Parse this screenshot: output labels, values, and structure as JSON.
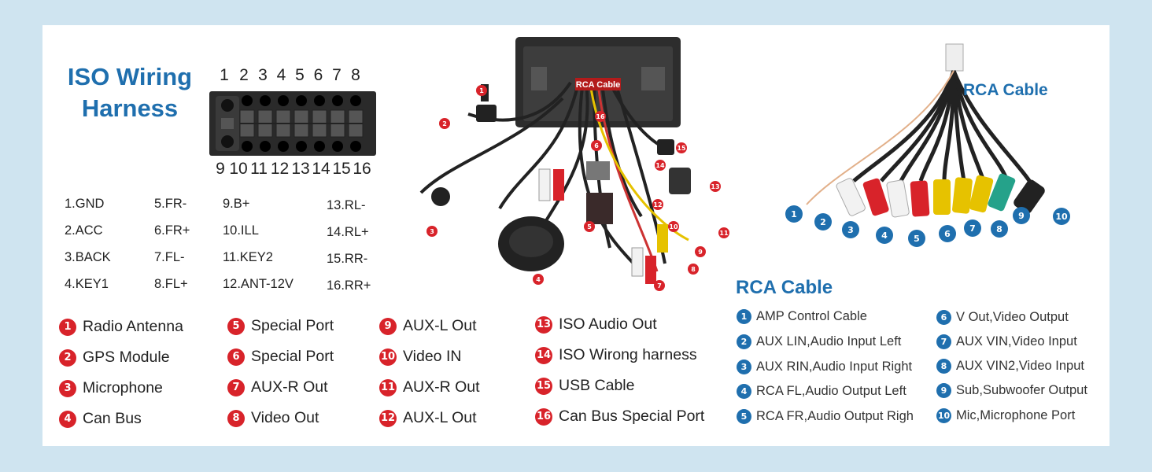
{
  "iso": {
    "title_line1": "ISO Wiring",
    "title_line2": "Harness",
    "pins_top": [
      "1",
      "2",
      "3",
      "4",
      "5",
      "6",
      "7",
      "8"
    ],
    "pins_bottom": [
      "9",
      "10",
      "11",
      "12",
      "13",
      "14",
      "15",
      "16"
    ],
    "pin_labels": [
      "1.GND",
      "2.ACC",
      "3.BACK",
      "4.KEY1",
      "5.FR-",
      "6.FR+",
      "7.FL-",
      "8.FL+",
      "9.B+",
      "10.ILL",
      "11.KEY2",
      "12.ANT-12V",
      "13.RL-",
      "14.RL+",
      "15.RR-",
      "16.RR+"
    ]
  },
  "legend": [
    {
      "n": "1",
      "label": "Radio Antenna"
    },
    {
      "n": "2",
      "label": "GPS Module"
    },
    {
      "n": "3",
      "label": "Microphone"
    },
    {
      "n": "4",
      "label": "Can Bus"
    },
    {
      "n": "5",
      "label": "Special Port"
    },
    {
      "n": "6",
      "label": "Special Port"
    },
    {
      "n": "7",
      "label": "AUX-R Out"
    },
    {
      "n": "8",
      "label": "Video Out"
    },
    {
      "n": "9",
      "label": "AUX-L Out"
    },
    {
      "n": "10",
      "label": "Video IN"
    },
    {
      "n": "11",
      "label": "AUX-R Out"
    },
    {
      "n": "12",
      "label": "AUX-L Out"
    },
    {
      "n": "13",
      "label": "ISO Audio Out"
    },
    {
      "n": "14",
      "label": "ISO Wirong harness"
    },
    {
      "n": "15",
      "label": "USB Cable"
    },
    {
      "n": "16",
      "label": "Can Bus Special Port"
    }
  ],
  "photo": {
    "tag": "RCA Cable",
    "callouts": [
      "1",
      "2",
      "3",
      "4",
      "5",
      "6",
      "7",
      "8",
      "9",
      "10",
      "11",
      "12",
      "13",
      "14",
      "15",
      "16"
    ]
  },
  "rca": {
    "photo_title": "RCA Cable",
    "numbers": [
      "1",
      "2",
      "3",
      "4",
      "5",
      "6",
      "7",
      "8",
      "9",
      "10"
    ],
    "heading": "RCA Cable",
    "items": [
      {
        "n": "1",
        "label": "AMP Control Cable"
      },
      {
        "n": "2",
        "label": "AUX LIN,Audio Input Left"
      },
      {
        "n": "3",
        "label": "AUX RIN,Audio Input Right"
      },
      {
        "n": "4",
        "label": "RCA FL,Audio Output Left"
      },
      {
        "n": "5",
        "label": "RCA FR,Audio Output Righ"
      },
      {
        "n": "6",
        "label": "V Out,Video Output"
      },
      {
        "n": "7",
        "label": "AUX VIN,Video Input"
      },
      {
        "n": "8",
        "label": "AUX VIN2,Video Input"
      },
      {
        "n": "9",
        "label": "Sub,Subwoofer Output"
      },
      {
        "n": "10",
        "label": "Mic,Microphone Port"
      }
    ]
  },
  "colors": {
    "accent_blue": "#1f6fae",
    "badge_red": "#d8232a",
    "background": "#cfe4f0"
  }
}
